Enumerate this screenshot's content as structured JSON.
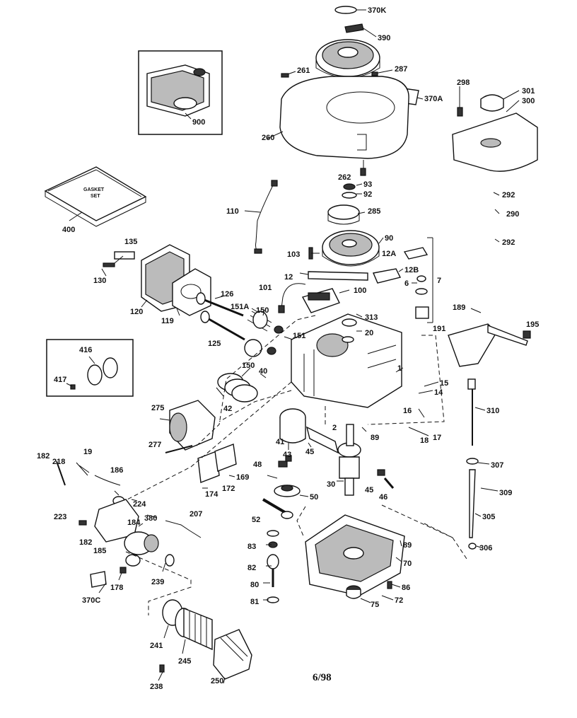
{
  "diagram": {
    "footer_code": "6/98",
    "kit_label_line1": "GASKET",
    "kit_label_line2": "SET",
    "callouts": {
      "c370k": "370K",
      "c390": "390",
      "c261": "261",
      "c287": "287",
      "c370a": "370A",
      "c298": "298",
      "c301": "301",
      "c300": "300",
      "c900": "900",
      "c260": "260",
      "c262": "262",
      "c93": "93",
      "c92": "92",
      "c285": "285",
      "c292a": "292",
      "c290": "290",
      "c292b": "292",
      "c400": "400",
      "c110": "110",
      "c90": "90",
      "c135": "135",
      "c130": "130",
      "c103": "103",
      "c12a": "12A",
      "c12": "12",
      "c12b": "12B",
      "c7": "7",
      "c6": "6",
      "c101": "101",
      "c100": "100",
      "c120": "120",
      "c119": "119",
      "c126": "126",
      "c151a": "151A",
      "c150a": "150",
      "c189": "189",
      "c313": "313",
      "c20": "20",
      "c191": "191",
      "c195": "195",
      "c125": "125",
      "c151": "151",
      "c416": "416",
      "c417": "417",
      "c150b": "150",
      "c40": "40",
      "c1": "1",
      "c15": "15",
      "c14": "14",
      "c42": "42",
      "c275": "275",
      "c16": "16",
      "c310": "310",
      "c2": "2",
      "c89a": "89",
      "c17": "17",
      "c18": "18",
      "c277": "277",
      "c41": "41",
      "c43": "43",
      "c45a": "45",
      "c182a": "182",
      "c218": "218",
      "c19": "19",
      "c169": "169",
      "c186": "186",
      "c48": "48",
      "c307": "307",
      "c30": "30",
      "c172": "172",
      "c174": "174",
      "c45b": "45",
      "c46": "46",
      "c309": "309",
      "c50": "50",
      "c224": "224",
      "c223": "223",
      "c380": "380",
      "c207": "207",
      "c184": "184",
      "c52": "52",
      "c305": "305",
      "c182b": "182",
      "c185": "185",
      "c83": "83",
      "c89b": "89",
      "c306": "306",
      "c70": "70",
      "c82": "82",
      "c239": "239",
      "c178": "178",
      "c80": "80",
      "c86": "86",
      "c370c": "370C",
      "c81": "81",
      "c75": "75",
      "c72": "72",
      "c241": "241",
      "c245": "245",
      "c250": "250",
      "c238": "238"
    }
  }
}
